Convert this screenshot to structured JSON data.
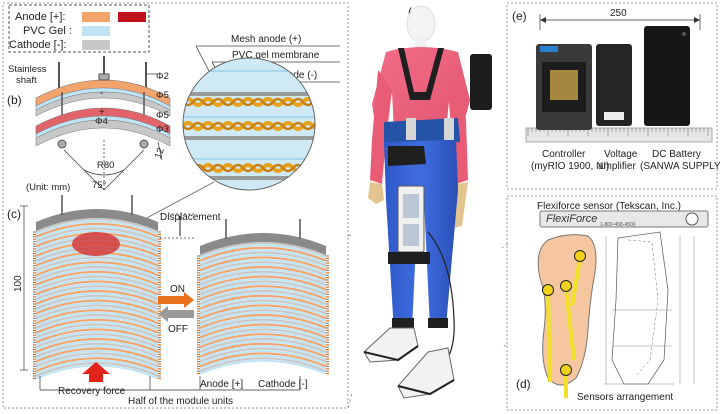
{
  "legend": {
    "anode": "Anode [+]:",
    "pvc_gel": "PVC  Gel :",
    "cathode": "Cathode [-]:"
  },
  "colors": {
    "anode_light": "#f2a46c",
    "anode_dark": "#c0141c",
    "gel": "#bfe4f6",
    "cathode": "#c8c8c8",
    "arrow": "#e8731c",
    "recovery_arrow": "#e2231a",
    "wire": "#e8a21a",
    "frame": "#888888"
  },
  "panel_b": {
    "label": "(b)",
    "stainless": "Stainless",
    "shaft": "shaft",
    "phi2": "Φ2",
    "phi5a": "Φ5",
    "phi4": "Φ4",
    "phi5b": "Φ5",
    "phi3": "Φ3",
    "r80": "R80",
    "dim12": "12",
    "angle": "75°",
    "unit": "(Unit: mm)"
  },
  "zoom": {
    "mesh_anode": "Mesh anode (+)",
    "pvc_membrane": "PVC gel membrane",
    "foil_cathode": "Foil cathode (-)"
  },
  "panel_c": {
    "label": "(c)",
    "displacement": "Displacement",
    "height": "100",
    "on": "ON",
    "off": "OFF",
    "recovery": "Recovery force",
    "anode": "Anode [+]",
    "cathode": "Cathode [-]",
    "caption": "Half of the module units"
  },
  "panel_a": {
    "label": "(a)"
  },
  "panel_e": {
    "label": "(e)",
    "width_dim": "250",
    "controller": "Controller",
    "controller_sub": "(myRIO 1900, NI)",
    "amplifier": "Voltage",
    "amplifier_sub": "amplifier",
    "battery": "DC Battery",
    "battery_sub": "(SANWA SUPPLY)"
  },
  "panel_d": {
    "label": "(d)",
    "title": "Flexiforce sensor (Tekscan, Inc.)",
    "brand": "FlexiForce",
    "part_no": "1-800-458-4500",
    "arrangement": "Sensors arrangement"
  }
}
